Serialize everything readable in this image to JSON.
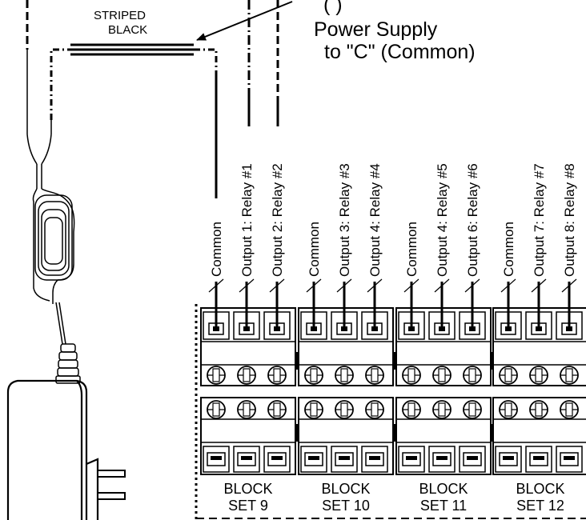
{
  "callout": {
    "line1": "(   )",
    "line2": "Power Supply",
    "line3": "to \"C\" (Common)"
  },
  "wire_label": {
    "line1": "STRIPED",
    "line2": "BLACK"
  },
  "block_sets": [
    {
      "name": "BLOCK",
      "set": "SET 9",
      "terminals": [
        "Common",
        "Output 1: Relay #1",
        "Output 2: Relay #2"
      ]
    },
    {
      "name": "BLOCK",
      "set": "SET 10",
      "terminals": [
        "Common",
        "Output 3: Relay #3",
        "Output 4: Relay #4"
      ]
    },
    {
      "name": "BLOCK",
      "set": "SET 11",
      "terminals": [
        "Common",
        "Output 4: Relay #5",
        "Output 6: Relay #6"
      ]
    },
    {
      "name": "BLOCK",
      "set": "SET 12",
      "terminals": [
        "Common",
        "Output 7: Relay #7",
        "Output 8: Relay #8"
      ]
    }
  ],
  "colors": {
    "ink": "#000000",
    "background": "#ffffff"
  }
}
